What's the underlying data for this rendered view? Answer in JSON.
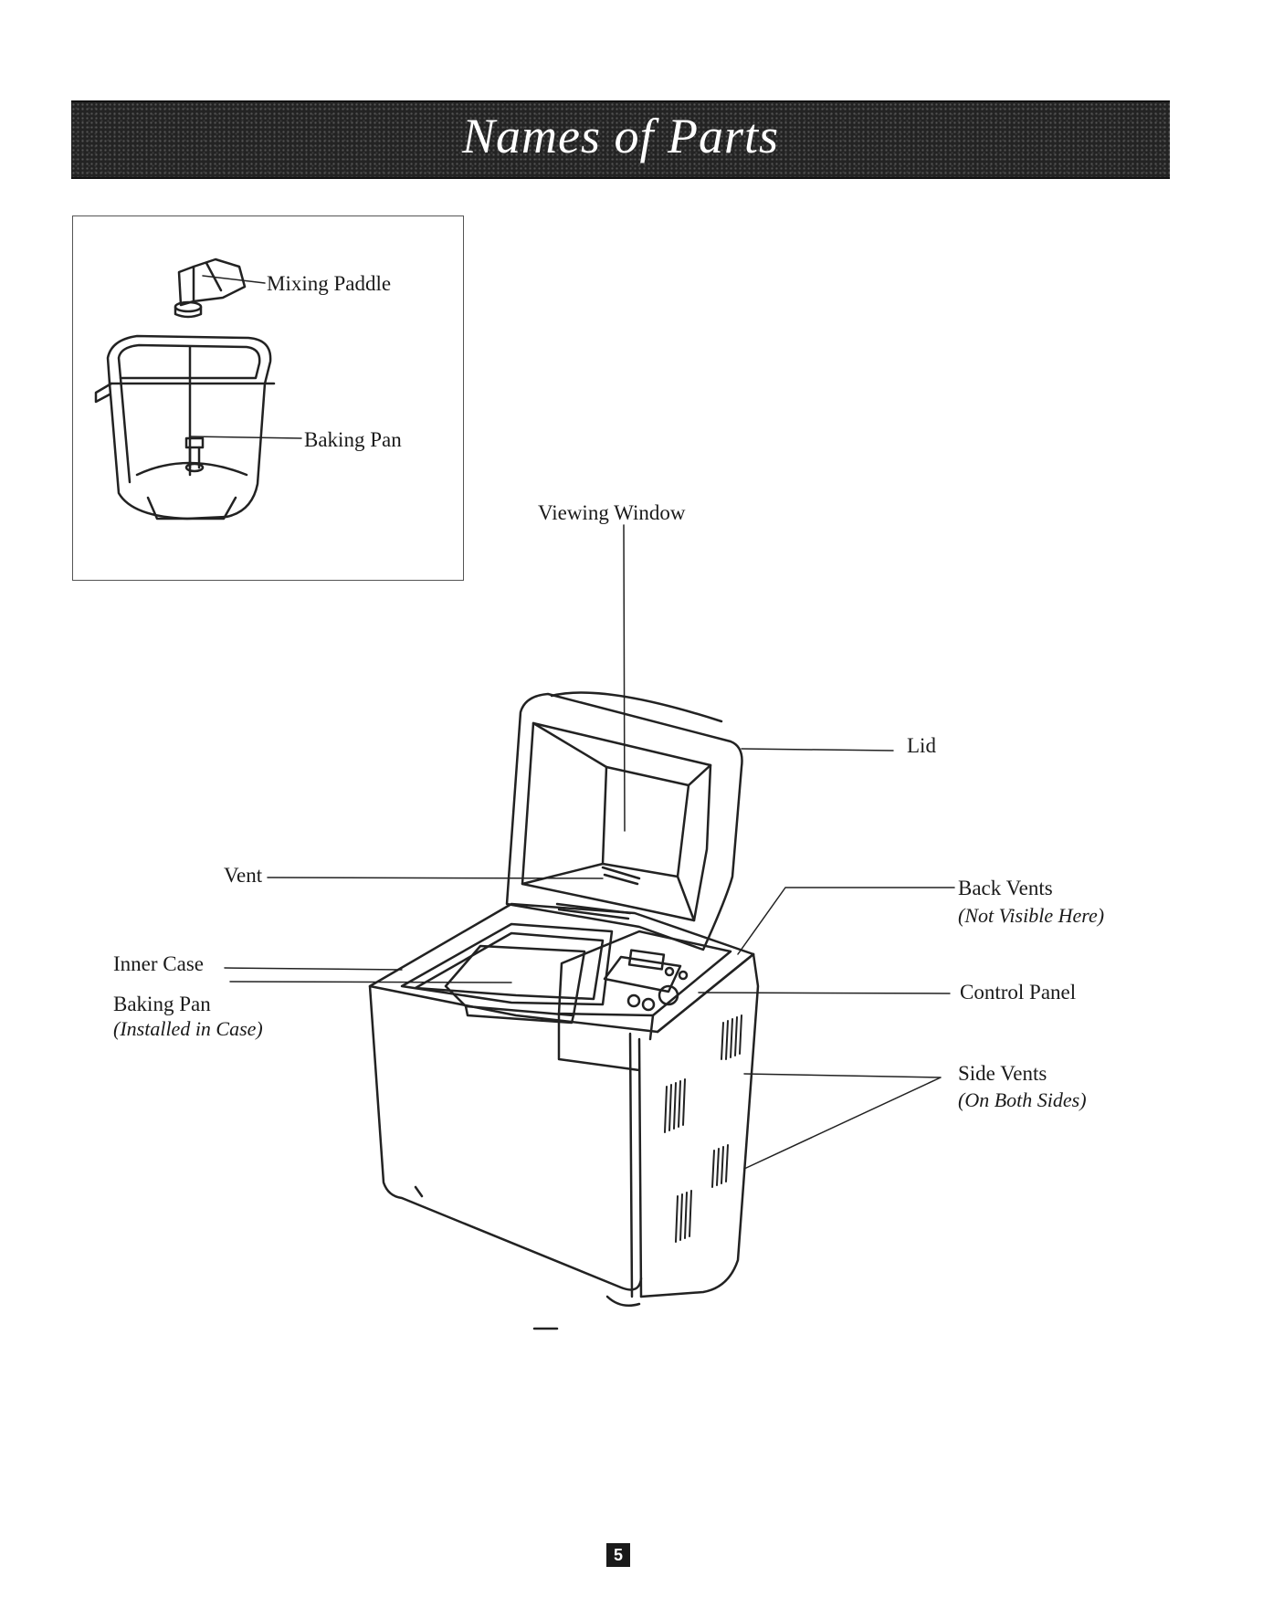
{
  "header": {
    "title": "Names of Parts"
  },
  "inset": {
    "mixing_paddle": "Mixing Paddle",
    "baking_pan": "Baking Pan"
  },
  "labels": {
    "viewing_window": "Viewing Window",
    "lid": "Lid",
    "vent": "Vent",
    "back_vents": "Back Vents",
    "back_vents_note": "(Not Visible Here)",
    "inner_case": "Inner Case",
    "baking_pan": "Baking Pan",
    "baking_pan_note": "(Installed in Case)",
    "control_panel": "Control Panel",
    "side_vents": "Side Vents",
    "side_vents_note": "(On Both Sides)"
  },
  "footer": {
    "page_number": "5"
  }
}
